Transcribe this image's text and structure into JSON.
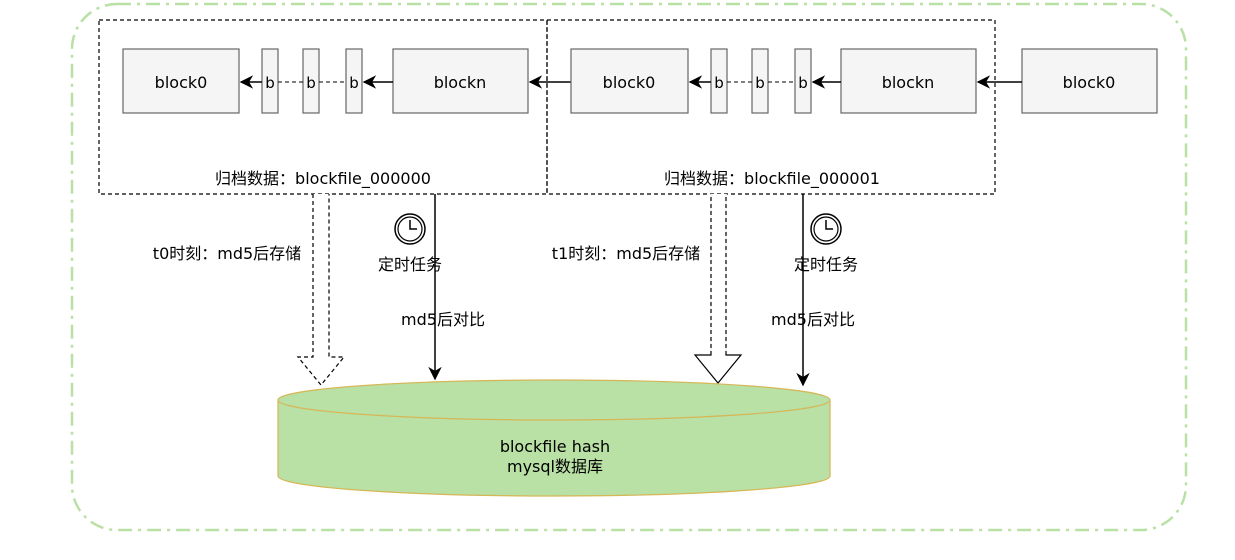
{
  "colors": {
    "outer_border": "#b9e0a5",
    "db_fill": "#b9e0a5",
    "db_stroke": "#d6b656",
    "block_fill": "#f5f5f5",
    "block_stroke": "#666666"
  },
  "archives": [
    {
      "label": "归档数据：blockfile_000000",
      "first_block": "block0",
      "mini_blocks": [
        "b",
        "b",
        "b"
      ],
      "last_block": "blockn"
    },
    {
      "label": "归档数据：blockfile_000001",
      "first_block": "block0",
      "mini_blocks": [
        "b",
        "b",
        "b"
      ],
      "last_block": "blockn"
    }
  ],
  "incoming_block": "block0",
  "store_labels": [
    "t0时刻：md5后存储",
    "t1时刻：md5后存储"
  ],
  "task_labels": [
    "定时任务",
    "定时任务"
  ],
  "compare_labels": [
    "md5后对比",
    "md5后对比"
  ],
  "clock_icons": [
    "clock-icon",
    "clock-icon"
  ],
  "database": {
    "line1": "blockfile hash",
    "line2": "mysql数据库"
  }
}
